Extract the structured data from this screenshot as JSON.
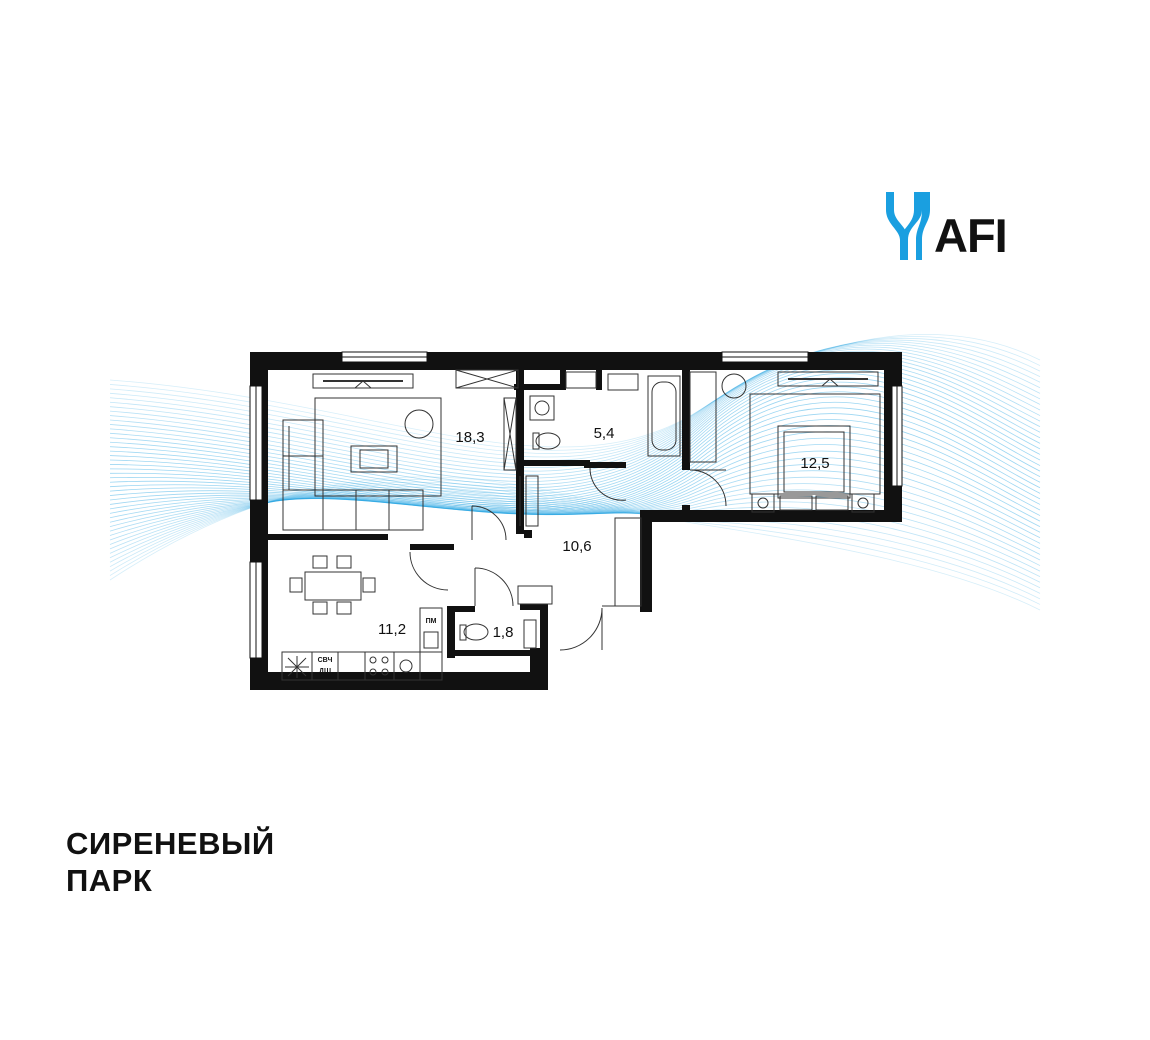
{
  "brand": {
    "logo_text": "AFI",
    "accent_color": "#1a9fe0"
  },
  "project": {
    "title_line1": "СИРЕНЕВЫЙ",
    "title_line2": "ПАРК"
  },
  "rooms": [
    {
      "id": "living",
      "area": "18,3"
    },
    {
      "id": "bathroom",
      "area": "5,4"
    },
    {
      "id": "bedroom",
      "area": "12,5"
    },
    {
      "id": "hall",
      "area": "10,6"
    },
    {
      "id": "kitchen",
      "area": "11,2"
    },
    {
      "id": "wc",
      "area": "1,8"
    }
  ],
  "appliances": {
    "washer": "ПМ",
    "microwave": "СВЧ",
    "dishwasher": "ДШ"
  }
}
